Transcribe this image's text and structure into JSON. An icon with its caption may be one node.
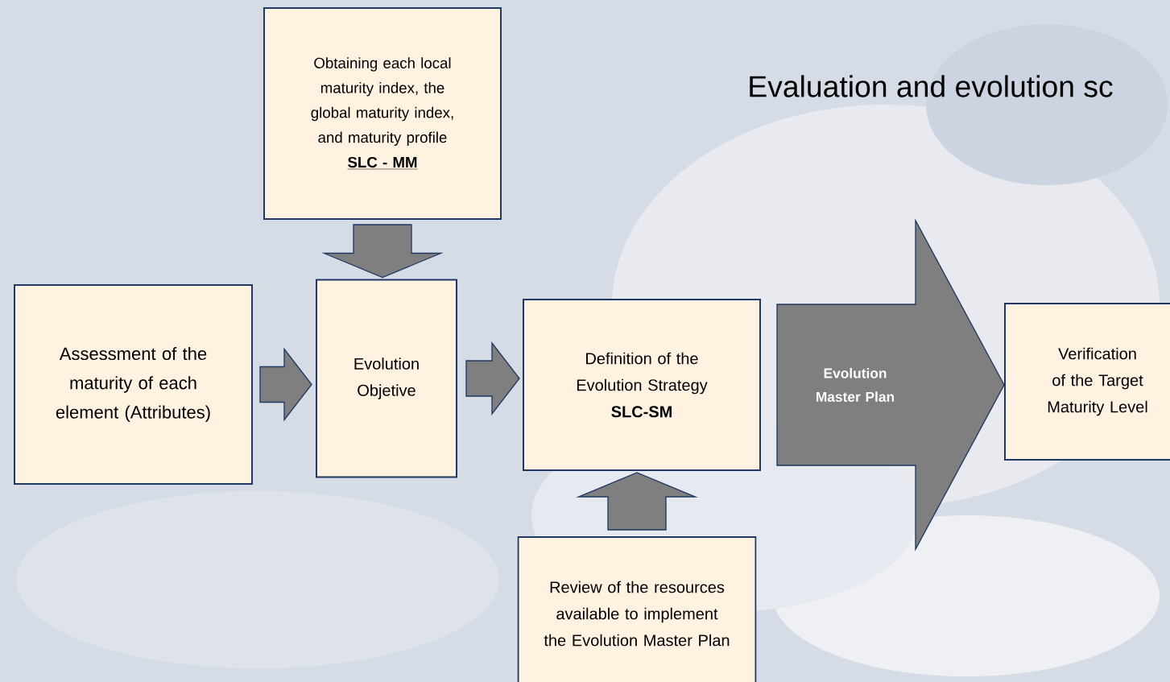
{
  "diagram": {
    "title": "Evaluation and evolution sc",
    "nodes": [
      {
        "text": [
          "Obtaining each local maturity index, the global maturity index, and maturity profile",
          "SLC - MM"
        ]
      },
      {
        "text": [
          "Assessment of the maturity of each element (Attributes)"
        ]
      },
      {
        "text": [
          "Evolution Objetive"
        ]
      },
      {
        "text": [
          "Definition of the Evolution Strategy",
          "SLC-SM"
        ]
      },
      {
        "text": [
          "Verification of the Target Maturity Level"
        ]
      },
      {
        "text": [
          "Review of the resources available to implement the Evolution Master Plan"
        ]
      }
    ],
    "edges": [
      {
        "from": 0,
        "to": 2,
        "arrow": "to"
      },
      {
        "from": 1,
        "to": 2,
        "arrow": "to"
      },
      {
        "from": 2,
        "to": 3,
        "arrow": "to"
      },
      {
        "from": 5,
        "to": 3,
        "arrow": "to"
      },
      {
        "from": 3,
        "to": 4,
        "arrow": "to",
        "style": "thick",
        "label": "Evolution Master Plan"
      }
    ]
  }
}
